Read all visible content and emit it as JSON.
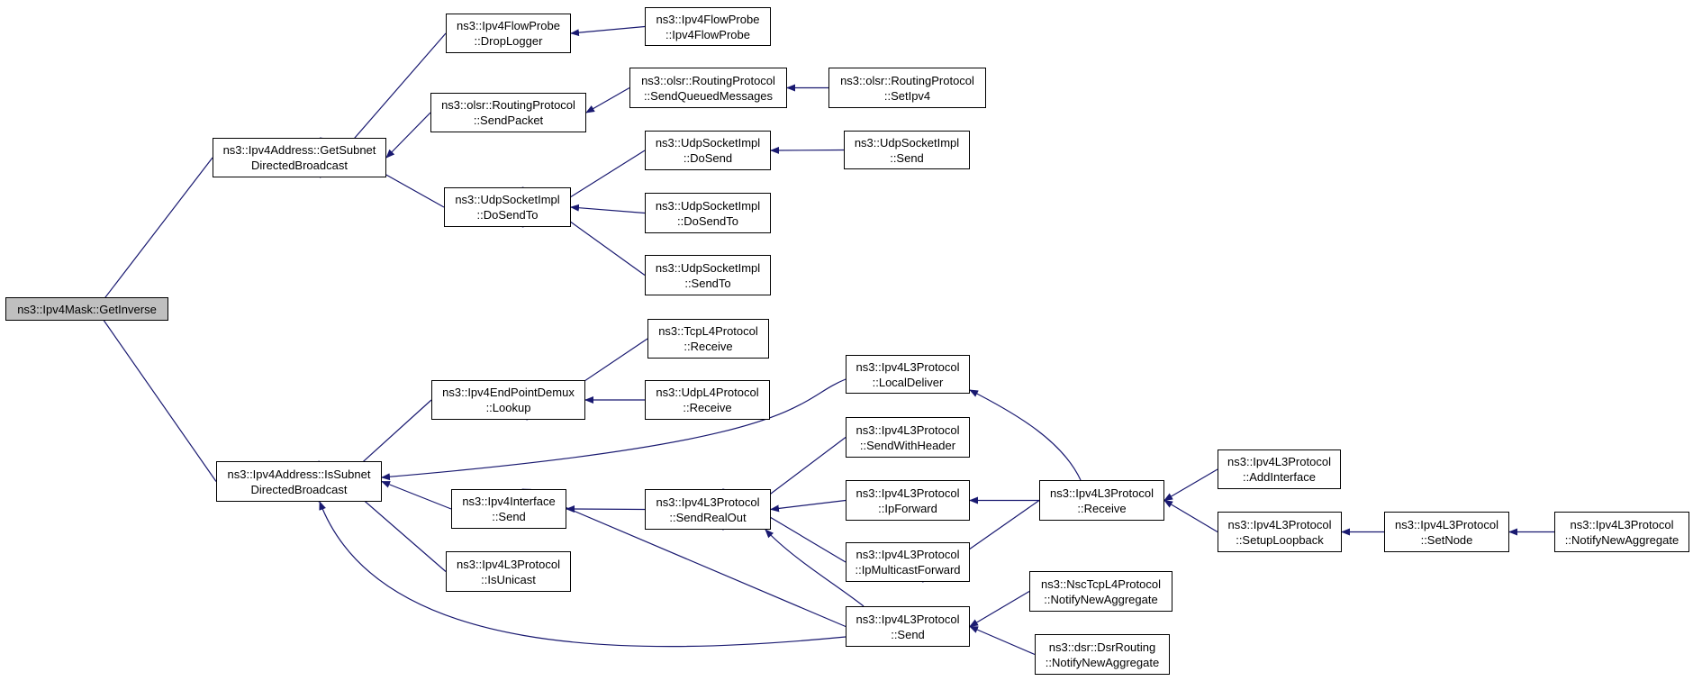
{
  "colors": {
    "edge": "#191970",
    "border": "#000000",
    "root_fill": "#bfbfbf",
    "node_fill": "#ffffff"
  },
  "graph": {
    "nodes": [
      {
        "id": "root",
        "lines": [
          "ns3::Ipv4Mask::GetInverse"
        ],
        "highlight": true
      },
      {
        "id": "getSubnet",
        "lines": [
          "ns3::Ipv4Address::GetSubnet",
          "DirectedBroadcast"
        ]
      },
      {
        "id": "isSubnet",
        "lines": [
          "ns3::Ipv4Address::IsSubnet",
          "DirectedBroadcast"
        ]
      },
      {
        "id": "dropLogger",
        "lines": [
          "ns3::Ipv4FlowProbe",
          "::DropLogger"
        ]
      },
      {
        "id": "flowProbe",
        "lines": [
          "ns3::Ipv4FlowProbe",
          "::Ipv4FlowProbe"
        ]
      },
      {
        "id": "olsrSendPacket",
        "lines": [
          "ns3::olsr::RoutingProtocol",
          "::SendPacket"
        ]
      },
      {
        "id": "olsrSendQueued",
        "lines": [
          "ns3::olsr::RoutingProtocol",
          "::SendQueuedMessages"
        ]
      },
      {
        "id": "olsrSetIpv4",
        "lines": [
          "ns3::olsr::RoutingProtocol",
          "::SetIpv4"
        ]
      },
      {
        "id": "udpDoSendTo",
        "lines": [
          "ns3::UdpSocketImpl",
          "::DoSendTo"
        ]
      },
      {
        "id": "udpDoSend",
        "lines": [
          "ns3::UdpSocketImpl",
          "::DoSend"
        ]
      },
      {
        "id": "udpSend",
        "lines": [
          "ns3::UdpSocketImpl",
          "::Send"
        ]
      },
      {
        "id": "udpDoSendTo2",
        "lines": [
          "ns3::UdpSocketImpl",
          "::DoSendTo"
        ]
      },
      {
        "id": "udpSendTo",
        "lines": [
          "ns3::UdpSocketImpl",
          "::SendTo"
        ]
      },
      {
        "id": "epLookup",
        "lines": [
          "ns3::Ipv4EndPointDemux",
          "::Lookup"
        ]
      },
      {
        "id": "tcpReceive",
        "lines": [
          "ns3::TcpL4Protocol",
          "::Receive"
        ]
      },
      {
        "id": "udpL4Receive",
        "lines": [
          "ns3::UdpL4Protocol",
          "::Receive"
        ]
      },
      {
        "id": "ifaceSend",
        "lines": [
          "ns3::Ipv4Interface",
          "::Send"
        ]
      },
      {
        "id": "l3IsUnicast",
        "lines": [
          "ns3::Ipv4L3Protocol",
          "::IsUnicast"
        ]
      },
      {
        "id": "l3SendRealOut",
        "lines": [
          "ns3::Ipv4L3Protocol",
          "::SendRealOut"
        ]
      },
      {
        "id": "l3LocalDeliver",
        "lines": [
          "ns3::Ipv4L3Protocol",
          "::LocalDeliver"
        ]
      },
      {
        "id": "l3SendWithHeader",
        "lines": [
          "ns3::Ipv4L3Protocol",
          "::SendWithHeader"
        ]
      },
      {
        "id": "l3IpForward",
        "lines": [
          "ns3::Ipv4L3Protocol",
          "::IpForward"
        ]
      },
      {
        "id": "l3IpMcast",
        "lines": [
          "ns3::Ipv4L3Protocol",
          "::IpMulticastForward"
        ]
      },
      {
        "id": "l3Send",
        "lines": [
          "ns3::Ipv4L3Protocol",
          "::Send"
        ]
      },
      {
        "id": "l3Receive",
        "lines": [
          "ns3::Ipv4L3Protocol",
          "::Receive"
        ]
      },
      {
        "id": "l3AddIface",
        "lines": [
          "ns3::Ipv4L3Protocol",
          "::AddInterface"
        ]
      },
      {
        "id": "l3SetupLoop",
        "lines": [
          "ns3::Ipv4L3Protocol",
          "::SetupLoopback"
        ]
      },
      {
        "id": "l3SetNode",
        "lines": [
          "ns3::Ipv4L3Protocol",
          "::SetNode"
        ]
      },
      {
        "id": "l3NotifyAgg",
        "lines": [
          "ns3::Ipv4L3Protocol",
          "::NotifyNewAggregate"
        ]
      },
      {
        "id": "nscNotify",
        "lines": [
          "ns3::NscTcpL4Protocol",
          "::NotifyNewAggregate"
        ]
      },
      {
        "id": "dsrNotify",
        "lines": [
          "ns3::dsr::DsrRouting",
          "::NotifyNewAggregate"
        ]
      }
    ],
    "edges": [
      {
        "from": "getSubnet",
        "to": "root"
      },
      {
        "from": "isSubnet",
        "to": "root"
      },
      {
        "from": "dropLogger",
        "to": "getSubnet"
      },
      {
        "from": "olsrSendPacket",
        "to": "getSubnet"
      },
      {
        "from": "udpDoSendTo",
        "to": "getSubnet"
      },
      {
        "from": "flowProbe",
        "to": "dropLogger"
      },
      {
        "from": "olsrSendQueued",
        "to": "olsrSendPacket"
      },
      {
        "from": "olsrSetIpv4",
        "to": "olsrSendQueued"
      },
      {
        "from": "udpDoSend",
        "to": "udpDoSendTo"
      },
      {
        "from": "udpDoSendTo2",
        "to": "udpDoSendTo"
      },
      {
        "from": "udpSendTo",
        "to": "udpDoSendTo"
      },
      {
        "from": "udpSend",
        "to": "udpDoSend"
      },
      {
        "from": "epLookup",
        "to": "isSubnet"
      },
      {
        "from": "l3LocalDeliver",
        "to": "isSubnet"
      },
      {
        "from": "ifaceSend",
        "to": "isSubnet"
      },
      {
        "from": "l3IsUnicast",
        "to": "isSubnet"
      },
      {
        "from": "l3Send",
        "to": "isSubnet"
      },
      {
        "from": "tcpReceive",
        "to": "epLookup"
      },
      {
        "from": "udpL4Receive",
        "to": "epLookup"
      },
      {
        "from": "l3SendRealOut",
        "to": "ifaceSend"
      },
      {
        "from": "l3Send",
        "to": "ifaceSend"
      },
      {
        "from": "l3SendWithHeader",
        "to": "l3SendRealOut"
      },
      {
        "from": "l3IpForward",
        "to": "l3SendRealOut"
      },
      {
        "from": "l3IpMcast",
        "to": "l3SendRealOut"
      },
      {
        "from": "l3Send",
        "to": "l3SendRealOut"
      },
      {
        "from": "l3Receive",
        "to": "l3LocalDeliver"
      },
      {
        "from": "l3Receive",
        "to": "l3IpForward"
      },
      {
        "from": "l3Receive",
        "to": "l3IpMcast"
      },
      {
        "from": "l3AddIface",
        "to": "l3Receive"
      },
      {
        "from": "l3SetupLoop",
        "to": "l3Receive"
      },
      {
        "from": "l3SetNode",
        "to": "l3SetupLoop"
      },
      {
        "from": "l3NotifyAgg",
        "to": "l3SetNode"
      },
      {
        "from": "nscNotify",
        "to": "l3Send"
      },
      {
        "from": "dsrNotify",
        "to": "l3Send"
      }
    ]
  }
}
